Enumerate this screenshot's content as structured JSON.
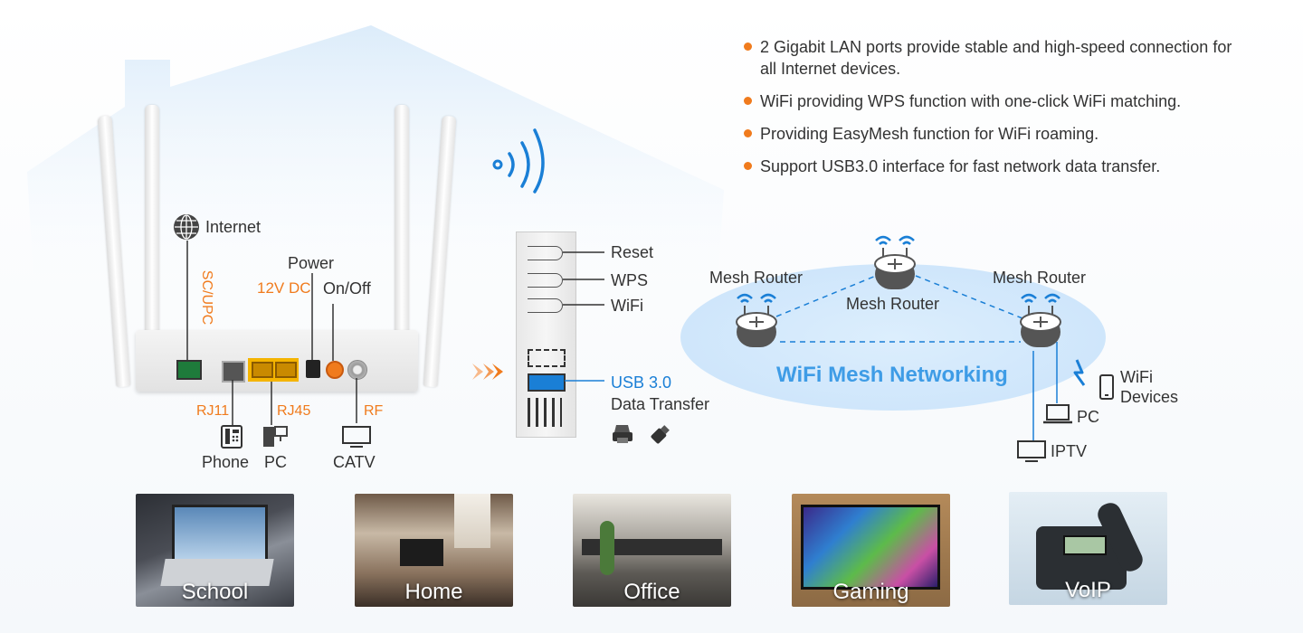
{
  "features": [
    "2 Gigabit LAN ports provide stable and high-speed connection for all Internet devices.",
    "WiFi providing WPS function with one-click WiFi matching.",
    "Providing EasyMesh function for WiFi roaming.",
    "Support USB3.0 interface for fast network data transfer."
  ],
  "router": {
    "internet": "Internet",
    "sc_upc": "SC/UPC",
    "power": "Power",
    "dc": "12V DC",
    "onoff": "On/Off",
    "rj11": "RJ11",
    "rj45": "RJ45",
    "rf": "RF",
    "phone": "Phone",
    "pc": "PC",
    "catv": "CATV"
  },
  "panel": {
    "reset": "Reset",
    "wps": "WPS",
    "wifi": "WiFi",
    "usb": "USB 3.0",
    "data_transfer": "Data Transfer"
  },
  "mesh": {
    "title": "WiFi Mesh Networking",
    "left_router": "Mesh Router",
    "center_router": "Mesh Router",
    "right_router": "Mesh Router",
    "wifi_devices_line1": "WiFi",
    "wifi_devices_line2": "Devices",
    "pc": "PC",
    "iptv": "IPTV"
  },
  "photos": [
    {
      "label": "School"
    },
    {
      "label": "Home"
    },
    {
      "label": "Office"
    },
    {
      "label": "Gaming"
    },
    {
      "label": "VoIP"
    }
  ],
  "colors": {
    "accent_orange": "#f07b1d",
    "accent_blue": "#1a7fd6"
  }
}
